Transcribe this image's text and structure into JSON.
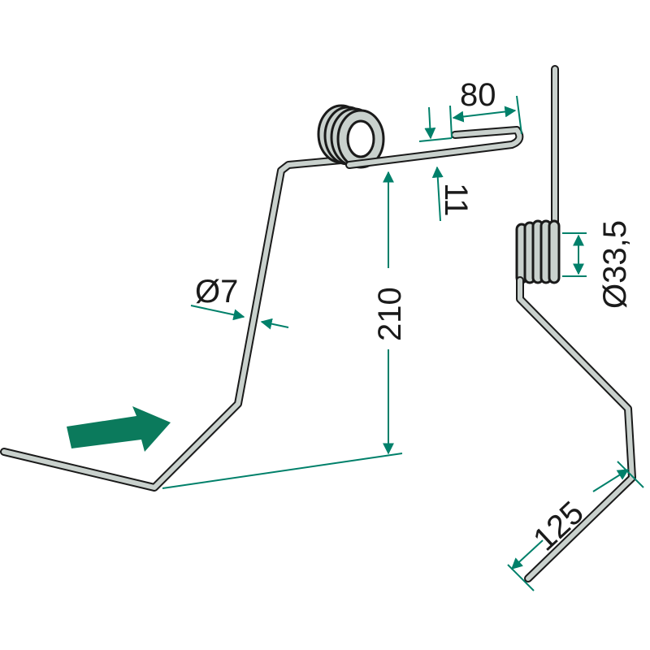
{
  "drawing": {
    "dimensions": {
      "length_80": "80",
      "thickness_11": "11",
      "wire_diameter": "Ø7",
      "height_210": "210",
      "coil_diameter": "Ø33,5",
      "length_125": "125"
    },
    "colors": {
      "dimension": "#00806a",
      "wire_fill": "#c9d1cd",
      "arrow": "#0b7a5c"
    }
  }
}
